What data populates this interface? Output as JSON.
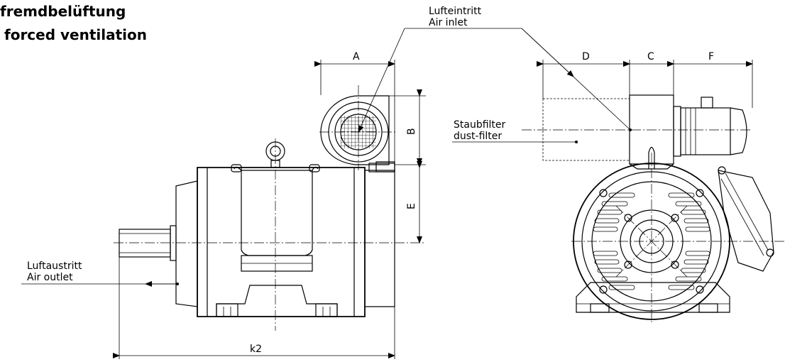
{
  "title": {
    "line1": "fremdbelüftung",
    "line2": "forced ventilation"
  },
  "labels": {
    "air_inlet_de": "Lufteintritt",
    "air_inlet_en": "Air inlet",
    "air_outlet_de": "Luftaustritt",
    "air_outlet_en": "Air outlet",
    "dust_filter_de": "Staubfilter",
    "dust_filter_en": "dust-filter"
  },
  "dimensions": {
    "a": "A",
    "b": "B",
    "c": "C",
    "d": "D",
    "e": "E",
    "f": "F",
    "k2": "k2"
  }
}
